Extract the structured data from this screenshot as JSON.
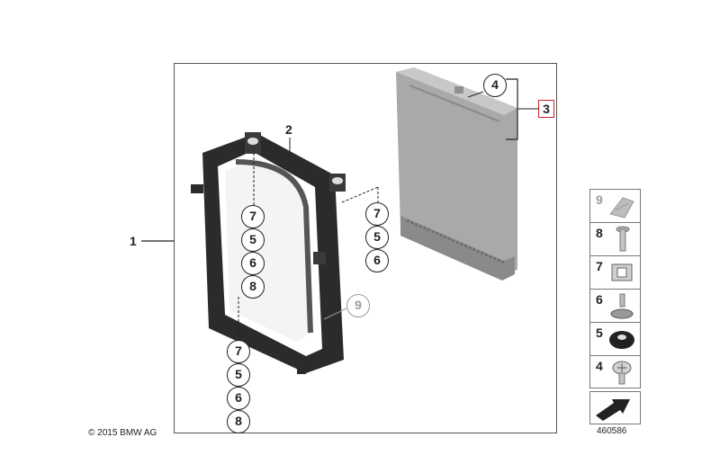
{
  "copyright": "© 2015 BMW AG",
  "diagram_id": "460586",
  "callouts": {
    "part1": "1",
    "part2": "2",
    "part3": "3",
    "part4": "4",
    "left_stack_top": [
      "7",
      "5",
      "6",
      "8"
    ],
    "left_stack_bottom": [
      "7",
      "5",
      "6",
      "8"
    ],
    "right_stack": [
      "7",
      "5",
      "6"
    ],
    "part9": "9"
  },
  "legend": [
    {
      "num": "9",
      "icon": "clip-bracket-icon",
      "grey": true
    },
    {
      "num": "8",
      "icon": "screw-icon",
      "grey": false
    },
    {
      "num": "7",
      "icon": "spring-nut-icon",
      "grey": false
    },
    {
      "num": "6",
      "icon": "rubber-mount-icon",
      "grey": false
    },
    {
      "num": "5",
      "icon": "grommet-icon",
      "grey": false
    },
    {
      "num": "4",
      "icon": "bolt-washer-icon",
      "grey": false
    }
  ],
  "colors": {
    "accent_box": "#cc2222",
    "frame_dark": "#2b2b2b",
    "radiator_grey": "#a9a9a9",
    "grey_callout": "#9a9a9a"
  }
}
